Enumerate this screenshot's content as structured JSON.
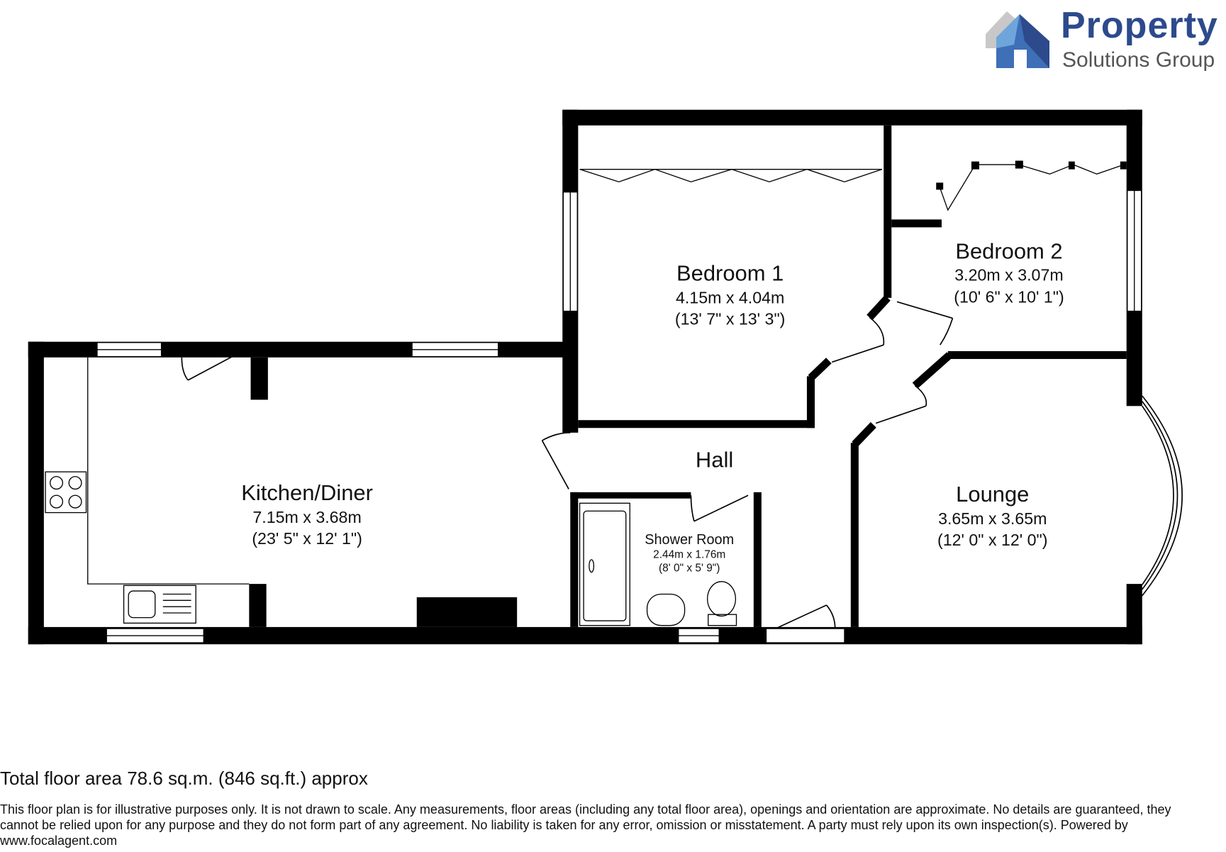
{
  "logo": {
    "line1": "Property",
    "line2": "Solutions Group",
    "colors": {
      "dark": "#2d4a8c",
      "mid": "#3f6fb6",
      "light": "#6ea6dc",
      "grey": "#c8c8c8"
    }
  },
  "rooms": [
    {
      "name": "Bedroom 1",
      "metric": "4.15m x 4.04m",
      "imperial": "(13' 7\" x 13' 3\")"
    },
    {
      "name": "Bedroom 2",
      "metric": "3.20m x 3.07m",
      "imperial": "(10' 6\" x 10' 1\")"
    },
    {
      "name": "Kitchen/Diner",
      "metric": "7.15m x 3.68m",
      "imperial": "(23' 5\" x 12' 1\")"
    },
    {
      "name": "Hall"
    },
    {
      "name": "Shower Room",
      "metric": "2.44m x 1.76m",
      "imperial": "(8' 0\" x 5' 9\")"
    },
    {
      "name": "Lounge",
      "metric": "3.65m x 3.65m",
      "imperial": "(12' 0\" x 12' 0\")"
    }
  ],
  "footer": {
    "total_area": "Total floor area 78.6 sq.m. (846 sq.ft.) approx",
    "disclaimer": "This floor plan is for illustrative purposes only. It is not drawn to scale. Any measurements, floor areas (including any total floor area), openings and orientation are approximate. No details are guaranteed, they cannot be relied upon for any purpose and they do not form part of any agreement. No liability is taken for any error, omission or misstatement. A party must rely upon its own inspection(s). Powered by www.focalagent.com"
  }
}
